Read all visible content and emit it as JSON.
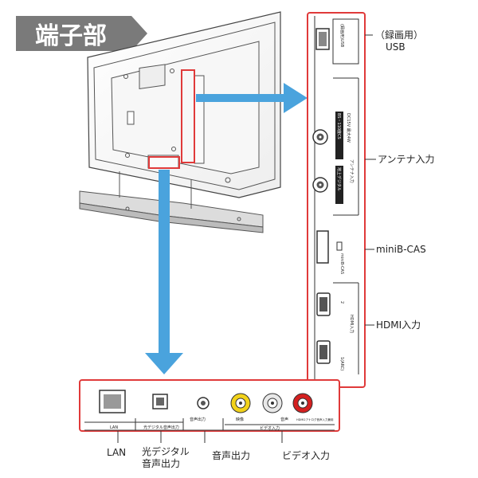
{
  "title": "端子部",
  "colors": {
    "title_bg": "#7a7a7a",
    "title_text": "#ffffff",
    "highlight": "#e03a3a",
    "arrow": "#4aa3dd",
    "line": "#333333",
    "rca_yellow": "#f2d21a",
    "rca_white": "#e8e8e8",
    "rca_red": "#d42020"
  },
  "side_panel": {
    "labels": {
      "usb": "（録画用）\nUSB",
      "antenna": "アンテナ入力",
      "minib_cas": "miniB-CAS",
      "hdmi": "HDMI入力"
    },
    "printed": {
      "usb": "(録画用)USB",
      "bs_cs": "BS・110度CS",
      "bs_cs_sub": "DC15V 最大4W",
      "antenna_in": "アンテナ入力",
      "terrestrial": "地上デジタル",
      "minib": "miniB-CAS",
      "hdmi_in": "HDMI入力",
      "hdmi_num_2": "2",
      "hdmi_num_1": "1(ARC)"
    }
  },
  "bottom_panel": {
    "labels": {
      "lan": "LAN",
      "optical": "光デジタル\n音声出力",
      "audio_out": "音声出力",
      "video_in": "ビデオ入力"
    },
    "printed": {
      "lan": "LAN",
      "optical": "光デジタル音声出力",
      "audio_out": "音声出力",
      "video_in": "ビデオ入力",
      "video": "映像",
      "audio": "音声",
      "hdmi_analog": "HDMI2アナログ音声入力兼用"
    }
  }
}
